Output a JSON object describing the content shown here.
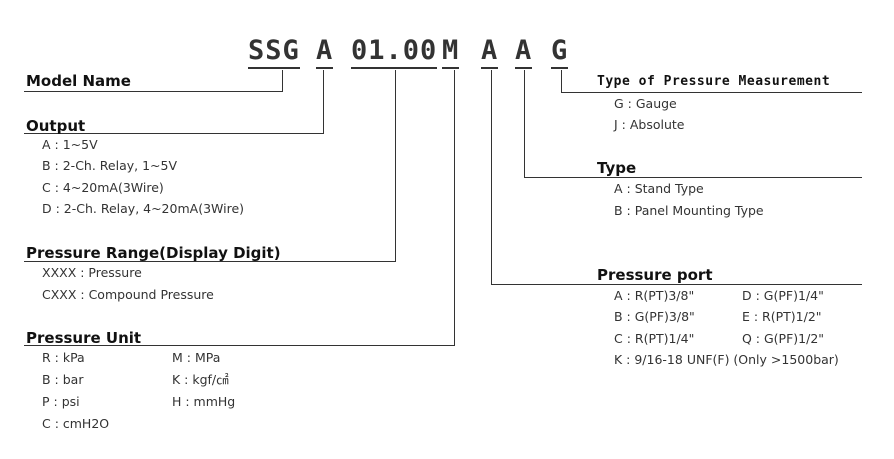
{
  "code": {
    "series": "SSG",
    "output": "A",
    "range": "01.00",
    "unit": "M",
    "port": "A",
    "type": "A",
    "measurement": "G"
  },
  "model_name": {
    "title": "Model Name"
  },
  "output": {
    "title": "Output",
    "items": [
      "A : 1~5V",
      "B : 2-Ch. Relay, 1~5V",
      "C : 4~20mA(3Wire)",
      "D : 2-Ch. Relay, 4~20mA(3Wire)"
    ]
  },
  "pressure_range": {
    "title": "Pressure Range(Display Digit)",
    "items": [
      "XXXX : Pressure",
      "CXXX : Compound Pressure"
    ]
  },
  "pressure_unit": {
    "title": "Pressure Unit",
    "col1": [
      "R : kPa",
      "B : bar",
      "P : psi",
      "C : cmH2O"
    ],
    "col2": [
      "M : MPa",
      "K : kgf/㎠",
      "H : mmHg"
    ]
  },
  "measurement": {
    "title": "Type of Pressure Measurement",
    "items": [
      "G : Gauge",
      "J : Absolute"
    ]
  },
  "type": {
    "title": "Type",
    "items": [
      "A : Stand Type",
      "B : Panel Mounting Type"
    ]
  },
  "pressure_port": {
    "title": "Pressure port",
    "col1": [
      "A : R(PT)3/8\"",
      "B : G(PF)3/8\"",
      "C : R(PT)1/4\""
    ],
    "col2": [
      "D : G(PF)1/4\"",
      "E : R(PT)1/2\"",
      "Q : G(PF)1/2\""
    ],
    "full": "K : 9/16-18 UNF(F) (Only >1500bar)"
  }
}
